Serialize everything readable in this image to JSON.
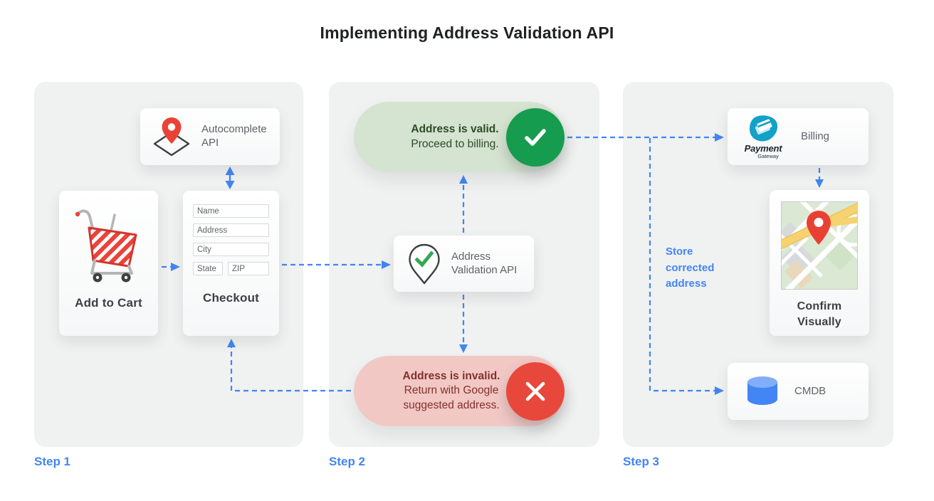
{
  "title": "Implementing Address Validation API",
  "colors": {
    "accent_blue": "#4285f4",
    "panel_bg": "#f0f1f1",
    "valid_green": "#169c4e",
    "valid_pill_bg": "#d5e3d1",
    "valid_text": "#2d4b26",
    "invalid_red": "#e8473b",
    "invalid_pill_bg": "#f2c8c5",
    "invalid_text": "#84302a",
    "pin_red": "#ea4335",
    "db_blue": "#4285f4",
    "gateway_teal": "#12a1c7"
  },
  "steps": [
    {
      "label": "Step 1"
    },
    {
      "label": "Step 2"
    },
    {
      "label": "Step 3"
    }
  ],
  "step1": {
    "autocomplete_card": {
      "label": "Autocomplete API",
      "icon": "map-pin-diamond-icon"
    },
    "add_to_cart_card": {
      "label": "Add to Cart",
      "icon": "shopping-cart-icon"
    },
    "checkout_card": {
      "label": "Checkout",
      "fields": [
        "Name",
        "Address",
        "City",
        "State",
        "ZIP"
      ]
    }
  },
  "step2": {
    "valid_pill": {
      "title": "Address is valid.",
      "subtitle": "Proceed to billing.",
      "icon": "check-icon"
    },
    "validation_card": {
      "label": "Address Validation API",
      "icon": "map-pin-check-icon"
    },
    "invalid_pill": {
      "title": "Address is invalid.",
      "subtitle": "Return with Google suggested address.",
      "icon": "x-icon"
    }
  },
  "step3": {
    "billing_card": {
      "label": "Billing",
      "logo_title": "Payment",
      "logo_subtitle": "Gateway",
      "icon": "payment-gateway-logo"
    },
    "confirm_card": {
      "label": "Confirm Visually",
      "icon": "map-thumbnail"
    },
    "cmdb_card": {
      "label": "CMDB",
      "icon": "database-icon"
    },
    "store_label": "Store corrected address"
  }
}
